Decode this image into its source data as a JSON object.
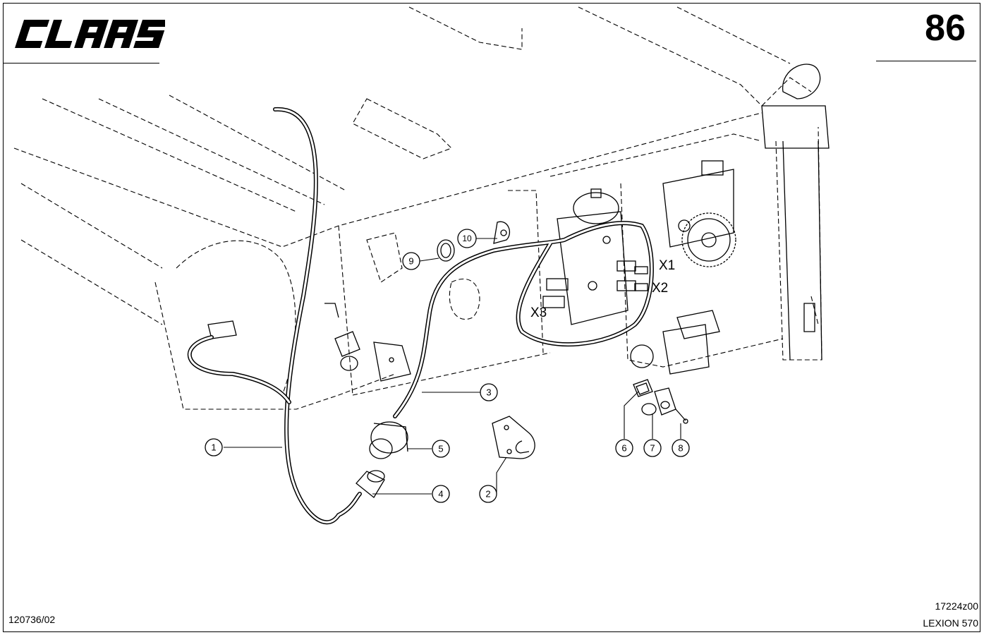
{
  "header": {
    "brand": "CLAAS",
    "page_number": "86"
  },
  "footer": {
    "document_number": "120736/02",
    "drawing_code": "17224z00",
    "model": "LEXION 570"
  },
  "connectors": [
    "X1",
    "X2",
    "X3"
  ],
  "callouts": [
    "1",
    "2",
    "3",
    "4",
    "5",
    "6",
    "7",
    "8",
    "9",
    "10"
  ]
}
